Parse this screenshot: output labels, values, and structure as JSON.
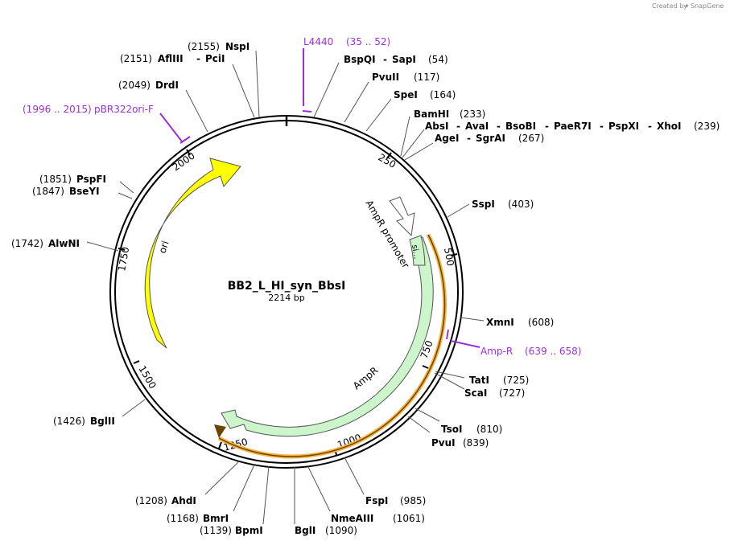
{
  "credit": {
    "prefix": "Created by",
    "brand": "SnapGene"
  },
  "plasmid": {
    "name": "BB2_L_HI_syn_BbsI",
    "size": "2214 bp"
  },
  "ruler": [
    "250",
    "500",
    "750",
    "1000",
    "1250",
    "1500",
    "1750",
    "2000"
  ],
  "sites": [
    {
      "id": "site-nspi",
      "parts": [
        "NspI"
      ],
      "pos": "(2155)"
    },
    {
      "id": "site-afliii-pcii",
      "parts": [
        "AflIII",
        "PciI"
      ],
      "pos": "(2151)"
    },
    {
      "id": "site-drdi",
      "parts": [
        "DrdI"
      ],
      "pos": "(2049)"
    },
    {
      "id": "site-pspfi",
      "parts": [
        "PspFI"
      ],
      "pos": "(1851)"
    },
    {
      "id": "site-bseyi",
      "parts": [
        "BseYI"
      ],
      "pos": "(1847)"
    },
    {
      "id": "site-alwni",
      "parts": [
        "AlwNI"
      ],
      "pos": "(1742)"
    },
    {
      "id": "site-bglii",
      "parts": [
        "BglII"
      ],
      "pos": "(1426)"
    },
    {
      "id": "site-ahdi",
      "parts": [
        "AhdI"
      ],
      "pos": "(1208)"
    },
    {
      "id": "site-bmri",
      "parts": [
        "BmrI"
      ],
      "pos": "(1168)"
    },
    {
      "id": "site-bpmi",
      "parts": [
        "BpmI"
      ],
      "pos": "(1139)"
    },
    {
      "id": "site-bgli",
      "parts": [
        "BglI"
      ],
      "pos": "(1090)"
    },
    {
      "id": "site-nmeaiii",
      "parts": [
        "NmeAIII"
      ],
      "pos": "(1061)"
    },
    {
      "id": "site-fspi",
      "parts": [
        "FspI"
      ],
      "pos": "(985)"
    },
    {
      "id": "site-pvui",
      "parts": [
        "PvuI"
      ],
      "pos": "(839)"
    },
    {
      "id": "site-tsoi",
      "parts": [
        "TsoI"
      ],
      "pos": "(810)"
    },
    {
      "id": "site-scai",
      "parts": [
        "ScaI"
      ],
      "pos": "(727)"
    },
    {
      "id": "site-tati",
      "parts": [
        "TatI"
      ],
      "pos": "(725)"
    },
    {
      "id": "site-xmni",
      "parts": [
        "XmnI"
      ],
      "pos": "(608)"
    },
    {
      "id": "site-sspi",
      "parts": [
        "SspI"
      ],
      "pos": "(403)"
    },
    {
      "id": "site-agei-sgrai",
      "parts": [
        "AgeI",
        "SgrAI"
      ],
      "pos": "(267)"
    },
    {
      "id": "site-absi-group",
      "parts": [
        "AbsI",
        "AvaI",
        "BsoBI",
        "PaeR7I",
        "PspXI",
        "XhoI"
      ],
      "pos": "(239)"
    },
    {
      "id": "site-bamhi",
      "parts": [
        "BamHI"
      ],
      "pos": "(233)"
    },
    {
      "id": "site-spei",
      "parts": [
        "SpeI"
      ],
      "pos": "(164)"
    },
    {
      "id": "site-pvuii",
      "parts": [
        "PvuII"
      ],
      "pos": "(117)"
    },
    {
      "id": "site-bspqi-sapi",
      "parts": [
        "BspQI",
        "SapI"
      ],
      "pos": "(54)"
    }
  ],
  "primers": [
    {
      "id": "primer-l4440",
      "name": "L4440",
      "range": "(35 .. 52)"
    },
    {
      "id": "primer-pbr322ori-f",
      "name": "pBR322ori-F",
      "range": "(1996 .. 2015)"
    },
    {
      "id": "primer-amp-r",
      "name": "Amp-R",
      "range": "(639 .. 658)"
    }
  ],
  "features": [
    {
      "id": "feature-ori",
      "name": "ori",
      "color": "#ffff00"
    },
    {
      "id": "feature-ampr",
      "name": "AmpR",
      "color": "#ccf5cc"
    },
    {
      "id": "feature-ampr-promoter",
      "name": "AmpR promoter",
      "color": "#ffffff"
    },
    {
      "id": "feature-signal-peptide",
      "name": "si…",
      "color": "#ccf5cc"
    }
  ],
  "colors": {
    "backbone": "#000000",
    "primer": "#9b30d9",
    "orf": "#f7b241"
  }
}
